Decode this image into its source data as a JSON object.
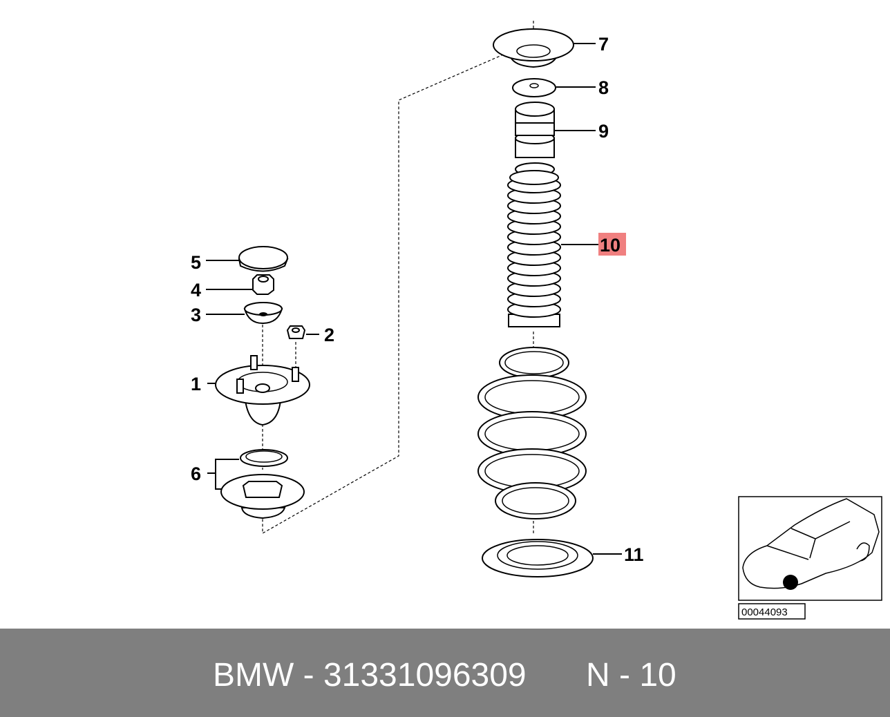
{
  "diagram": {
    "callouts": [
      "1",
      "2",
      "3",
      "4",
      "5",
      "6",
      "7",
      "8",
      "9",
      "10",
      "11"
    ],
    "highlighted_callout": "10",
    "highlight_color": "#f08080",
    "reference_number": "00044093",
    "locator_icon": "car-front-left-wheel-locator"
  },
  "banner": {
    "title": "BMW - 31331096309",
    "position": "N - 10",
    "background": "#7f7f7f"
  }
}
